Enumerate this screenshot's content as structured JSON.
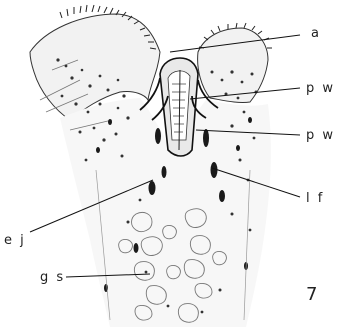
{
  "figure": {
    "number": "7",
    "labels": {
      "a": "a",
      "pw_top": "p w",
      "pw_bottom": "p w",
      "ej": "e j",
      "lf": "l f",
      "gs": "g s"
    }
  },
  "colors": {
    "background": "#ffffff",
    "ink": "#222222",
    "tissue_fill": "#f2f2f2"
  }
}
